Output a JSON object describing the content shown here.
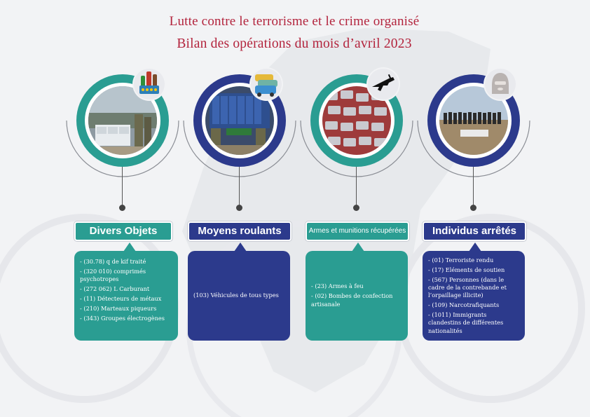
{
  "header": {
    "title_line1": "Lutte contre le terrorisme et le crime organisé",
    "title_line2": "Bilan des opérations du mois d’avril 2023"
  },
  "colors": {
    "teal": "#2a9d92",
    "navy": "#2c3a8c",
    "title_red": "#b3243d",
    "background": "#f2f3f5"
  },
  "columns": [
    {
      "header": "Divers Objets",
      "badge_icon": "bottles-pills-icon",
      "photo": "seized-goods-photo",
      "items": [
        "- (30.78) q de kif traité",
        "- (320 010) comprimés psychotropes",
        "- (272 062) L Carburant",
        "- (11) Détecteurs de métaux",
        "- (210) Marteaux piqueurs",
        "- (343) Groupes électrogènes"
      ]
    },
    {
      "header": "Moyens roulants",
      "badge_icon": "vehicles-icon",
      "photo": "seized-vehicles-photo",
      "items": [
        "(103) Véhicules de tous types"
      ]
    },
    {
      "header": "Armes et munitions récupérées",
      "badge_icon": "rifle-icon",
      "photo": "seized-weapons-photo",
      "items": [
        "- (23) Armes à feu",
        "- (02) Bombes de confection artisanale"
      ]
    },
    {
      "header": "Individus arrêtés",
      "badge_icon": "balaclava-icon",
      "photo": "arrested-individuals-photo",
      "items": [
        "- (01) Terroriste rendu",
        "- (17) Eléments de soutien",
        "- (567) Personnes (dans le cadre de la contrebande et l’orpaillage illicite)",
        "- (109) Narcotrafiquants",
        "- (1011) Immigrants clandestins de différentes nationalités"
      ]
    }
  ]
}
